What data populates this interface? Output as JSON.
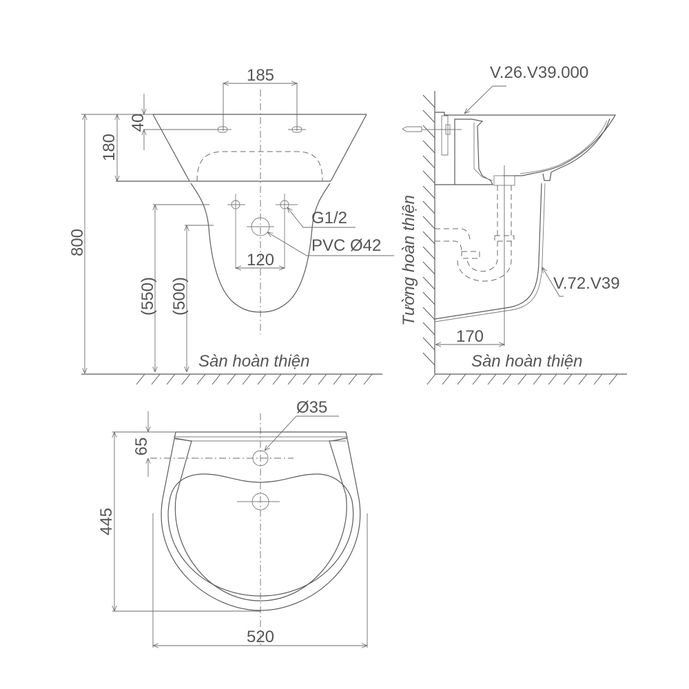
{
  "front_view": {
    "dim_hole_spacing": "185",
    "dim_hole_from_top": "40",
    "dim_basin_height": "180",
    "dim_total_height": "800",
    "dim_supply_height": "(550)",
    "dim_drain_height": "(500)",
    "dim_supply_spacing": "120",
    "label_supply": "G1/2",
    "label_drain": "PVC Ø42",
    "label_floor": "Sàn hoàn thiện"
  },
  "side_view": {
    "label_basin_code": "V.26.V39.000",
    "label_pedestal_code": "V.72.V39",
    "label_wall": "Tường hoàn thiện",
    "dim_wall_to_drain": "170",
    "label_floor": "Sàn hoàn thiện"
  },
  "top_view": {
    "label_tap_hole": "Ø35",
    "dim_tap_hole_offset": "65",
    "dim_depth": "445",
    "dim_width": "520"
  }
}
